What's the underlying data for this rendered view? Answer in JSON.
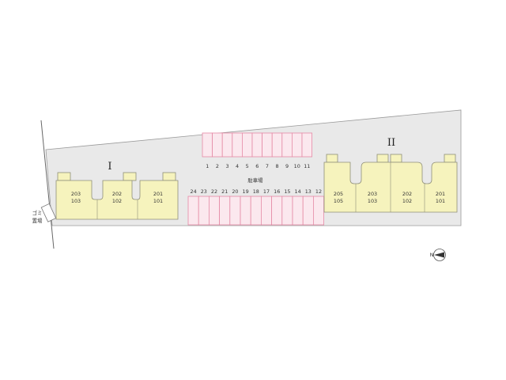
{
  "site": {
    "colors": {
      "lot": "#e9e9e9",
      "lot_edge": "#9a9a9a",
      "building": "#f6f3bd",
      "building_edge": "#8f8f7a",
      "stall_fill": "#fbe8ee",
      "stall_edge": "#e58aa6"
    }
  },
  "parking": {
    "label": "駐車場",
    "top_row": [
      "1",
      "2",
      "3",
      "4",
      "5",
      "6",
      "7",
      "8",
      "9",
      "10",
      "11"
    ],
    "bottom_row": [
      "24",
      "23",
      "22",
      "21",
      "20",
      "19",
      "18",
      "17",
      "16",
      "15",
      "14",
      "13",
      "12"
    ]
  },
  "building_1": {
    "name": "I",
    "units": [
      {
        "upper": "203",
        "lower": "103"
      },
      {
        "upper": "202",
        "lower": "102"
      },
      {
        "upper": "201",
        "lower": "101"
      }
    ]
  },
  "building_2": {
    "name": "II",
    "units": [
      {
        "upper": "205",
        "lower": "105"
      },
      {
        "upper": "203",
        "lower": "103"
      },
      {
        "upper": "202",
        "lower": "102"
      },
      {
        "upper": "201",
        "lower": "101"
      }
    ]
  },
  "garbage": {
    "line1": "ゴミ",
    "line2": "置場"
  },
  "compass": {
    "label": "N",
    "icon": "north-arrow-icon"
  }
}
